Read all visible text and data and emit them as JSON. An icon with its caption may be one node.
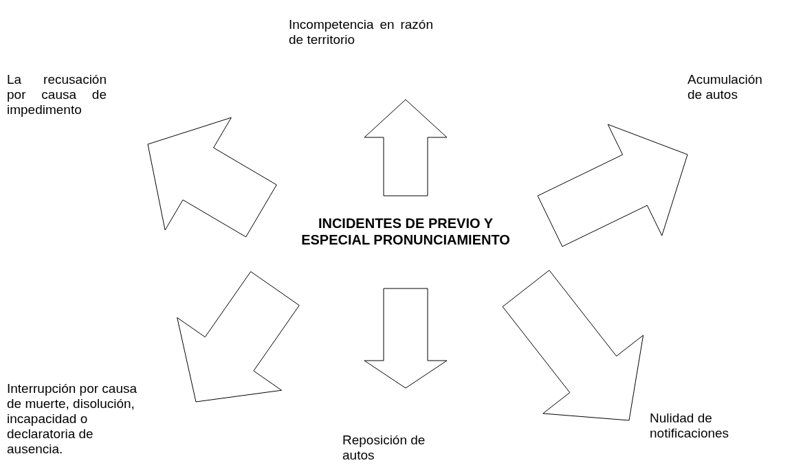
{
  "diagram": {
    "nodes": [
      {
        "text": [
          "INCIDENTES DE PREVIO Y ESPECIAL PRONUNCIAMIENTO"
        ]
      },
      {
        "text": [
          "Incompetencia en razón de territorio"
        ]
      },
      {
        "text": [
          "La recusación por causa de impedimento"
        ]
      },
      {
        "text": [
          "Acumulación de autos"
        ]
      },
      {
        "text": [
          "Interrupción por causa de muerte, disolución, incapacidad o declaratoria de ausencia."
        ]
      },
      {
        "text": [
          "Reposición de autos"
        ]
      },
      {
        "text": [
          "Nulidad de notificaciones"
        ]
      }
    ],
    "edges": [
      {
        "from": 0,
        "to": 1,
        "arrow": "to"
      },
      {
        "from": 0,
        "to": 2,
        "arrow": "to"
      },
      {
        "from": 0,
        "to": 3,
        "arrow": "to"
      },
      {
        "from": 0,
        "to": 4,
        "arrow": "to"
      },
      {
        "from": 0,
        "to": 5,
        "arrow": "to"
      },
      {
        "from": 0,
        "to": 6,
        "arrow": "to"
      }
    ]
  }
}
